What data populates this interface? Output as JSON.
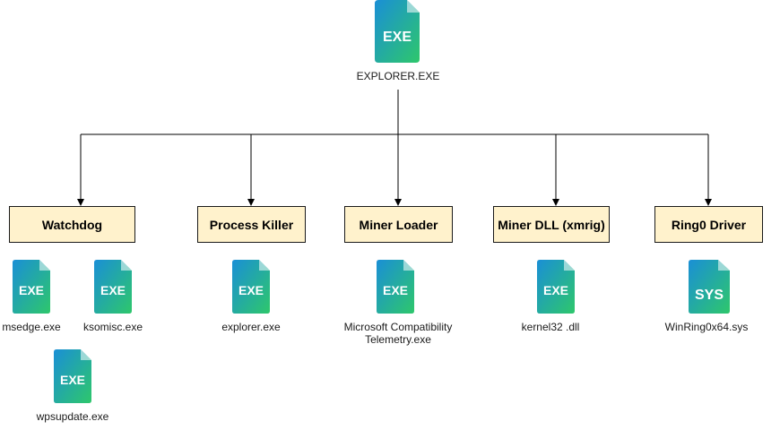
{
  "root": {
    "label": "EXPLORER.EXE",
    "icon": "exe-file-icon",
    "badge": "EXE"
  },
  "categories": [
    {
      "label": "Watchdog",
      "files": [
        {
          "label": "msedge.exe",
          "icon": "exe-file-icon",
          "badge": "EXE"
        },
        {
          "label": "ksomisc.exe",
          "icon": "exe-file-icon",
          "badge": "EXE"
        },
        {
          "label": "wpsupdate.exe",
          "icon": "exe-file-icon",
          "badge": "EXE"
        }
      ]
    },
    {
      "label": "Process Killer",
      "files": [
        {
          "label": "explorer.exe",
          "icon": "exe-file-icon",
          "badge": "EXE"
        }
      ]
    },
    {
      "label": "Miner Loader",
      "files": [
        {
          "label": "Microsoft Compatibility\nTelemetry.exe",
          "icon": "exe-file-icon",
          "badge": "EXE"
        }
      ]
    },
    {
      "label": "Miner DLL (xmrig)",
      "files": [
        {
          "label": "kernel32 .dll",
          "icon": "exe-file-icon",
          "badge": "EXE"
        }
      ]
    },
    {
      "label": "Ring0 Driver",
      "files": [
        {
          "label": "WinRing0x64.sys",
          "icon": "sys-file-icon",
          "badge": "SYS"
        }
      ]
    }
  ],
  "colors": {
    "box_fill": "#fff2cc",
    "box_border": "#1a1a1a",
    "icon_gradient_top": "#1a8fd6",
    "icon_gradient_bottom": "#2ec76b",
    "connector": "#000000"
  }
}
